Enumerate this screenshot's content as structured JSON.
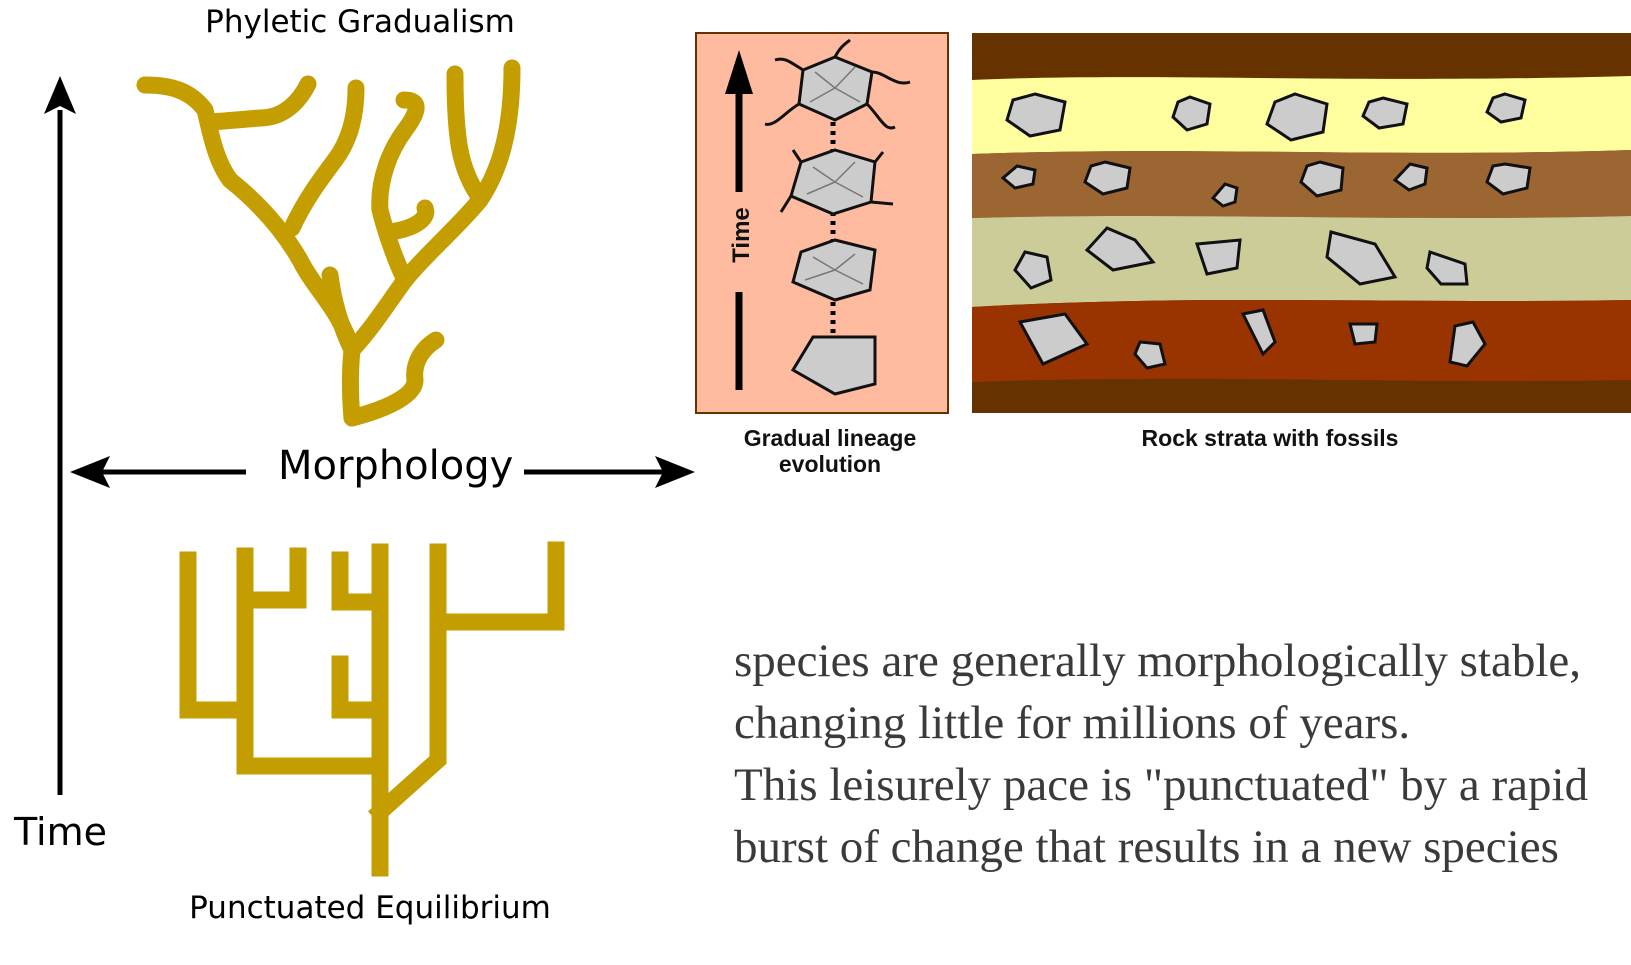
{
  "diagram": {
    "top_title": "Phyletic Gradualism",
    "bottom_title": "Punctuated Equilibrium",
    "vertical_axis_label": "Time",
    "horizontal_axis_label": "Morphology",
    "branch_color": "#C49E00"
  },
  "fossil_panel": {
    "lineage_time_label": "Time",
    "lineage_caption": "Gradual lineage evolution",
    "strata_caption": "Rock strata with fossils",
    "lineage_bg": "#FFBBA0",
    "strata_colors": [
      "#663300",
      "#FFFFA0",
      "#9C6633",
      "#CCCC99",
      "#993300"
    ]
  },
  "text": {
    "lines": [
      "species are generally morphologically stable,",
      "changing little for millions of years.",
      "This leisurely pace is \"punctuated\" by a rapid",
      "burst of change that results in a new species"
    ]
  }
}
